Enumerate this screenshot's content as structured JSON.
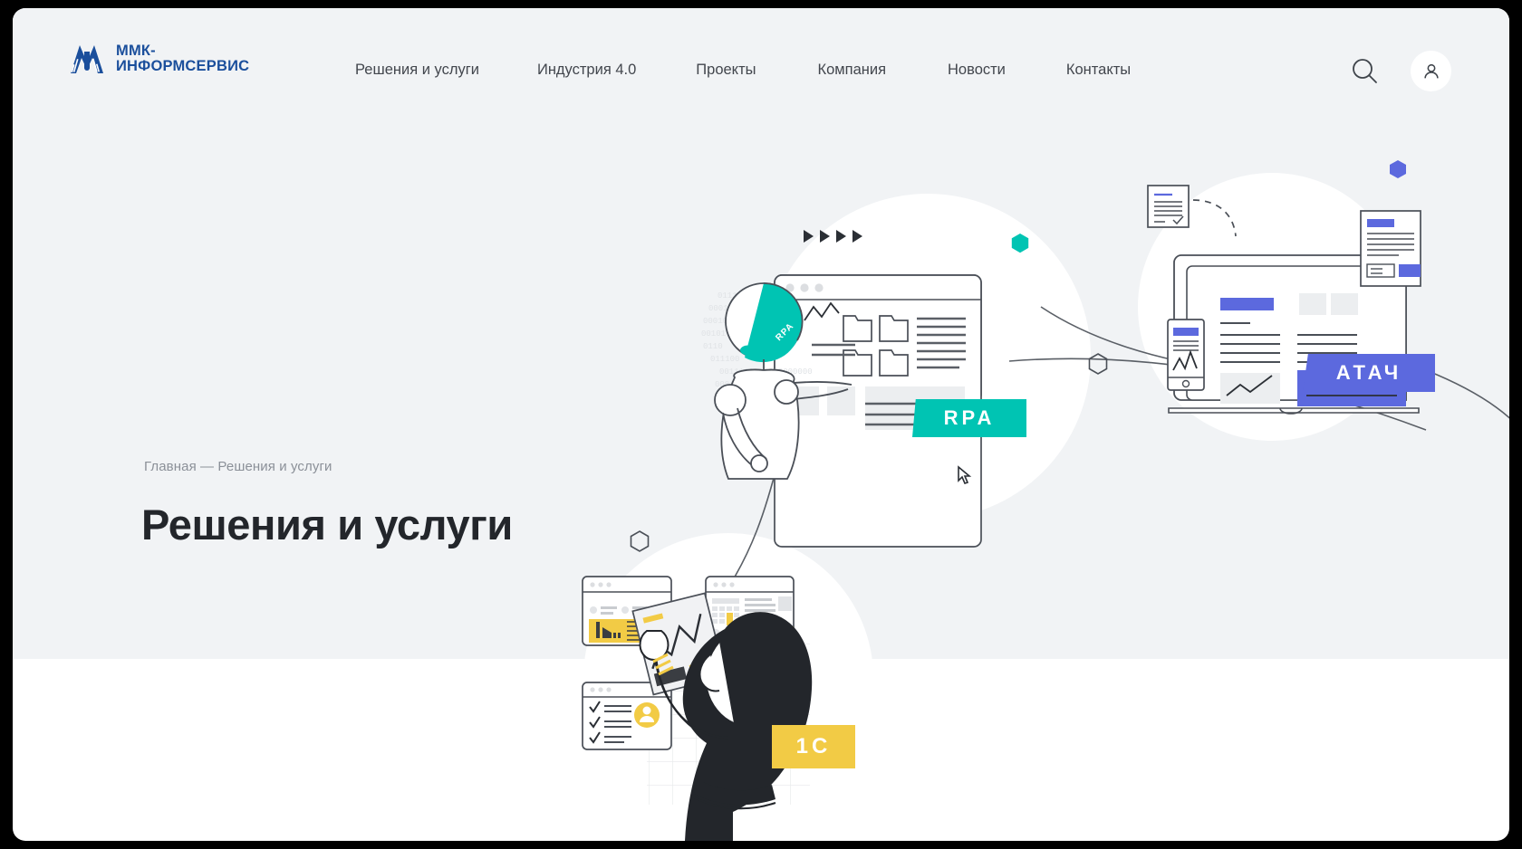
{
  "header": {
    "logo": {
      "icon": "mmk-logo-icon",
      "line1": "ММК-",
      "line2": "ИНФОРМСЕРВИС"
    },
    "nav_items": [
      {
        "label": "Решения и услуги"
      },
      {
        "label": "Индустрия 4.0"
      },
      {
        "label": "Проекты"
      },
      {
        "label": "Компания"
      },
      {
        "label": "Новости"
      },
      {
        "label": "Контакты"
      }
    ],
    "search_icon": "search-icon",
    "account_icon": "user-icon"
  },
  "hero": {
    "breadcrumb": "Главная — Решения и услуги",
    "title": "Решения и услуги"
  },
  "illustration": {
    "badges": [
      {
        "id": "rpa",
        "text": "RPA",
        "color": "#00c4b3"
      },
      {
        "id": "atach",
        "text": "АТАЧ",
        "color": "#5c69de"
      },
      {
        "id": "1c",
        "text": "1C",
        "color": "#f2cb45"
      }
    ],
    "robot_cap_label": "RPA",
    "decor": {
      "teal_hex": "#00c4b3",
      "purple_hex": "#5c69de",
      "outline_hex": "#4a4f57"
    }
  },
  "colors": {
    "brand_blue": "#1b4f9c",
    "teal": "#00c4b3",
    "purple": "#5c69de",
    "yellow": "#f2cb45",
    "hero_bg": "#f1f3f5",
    "text_dark": "#23262b",
    "text_muted": "#8b9098"
  }
}
